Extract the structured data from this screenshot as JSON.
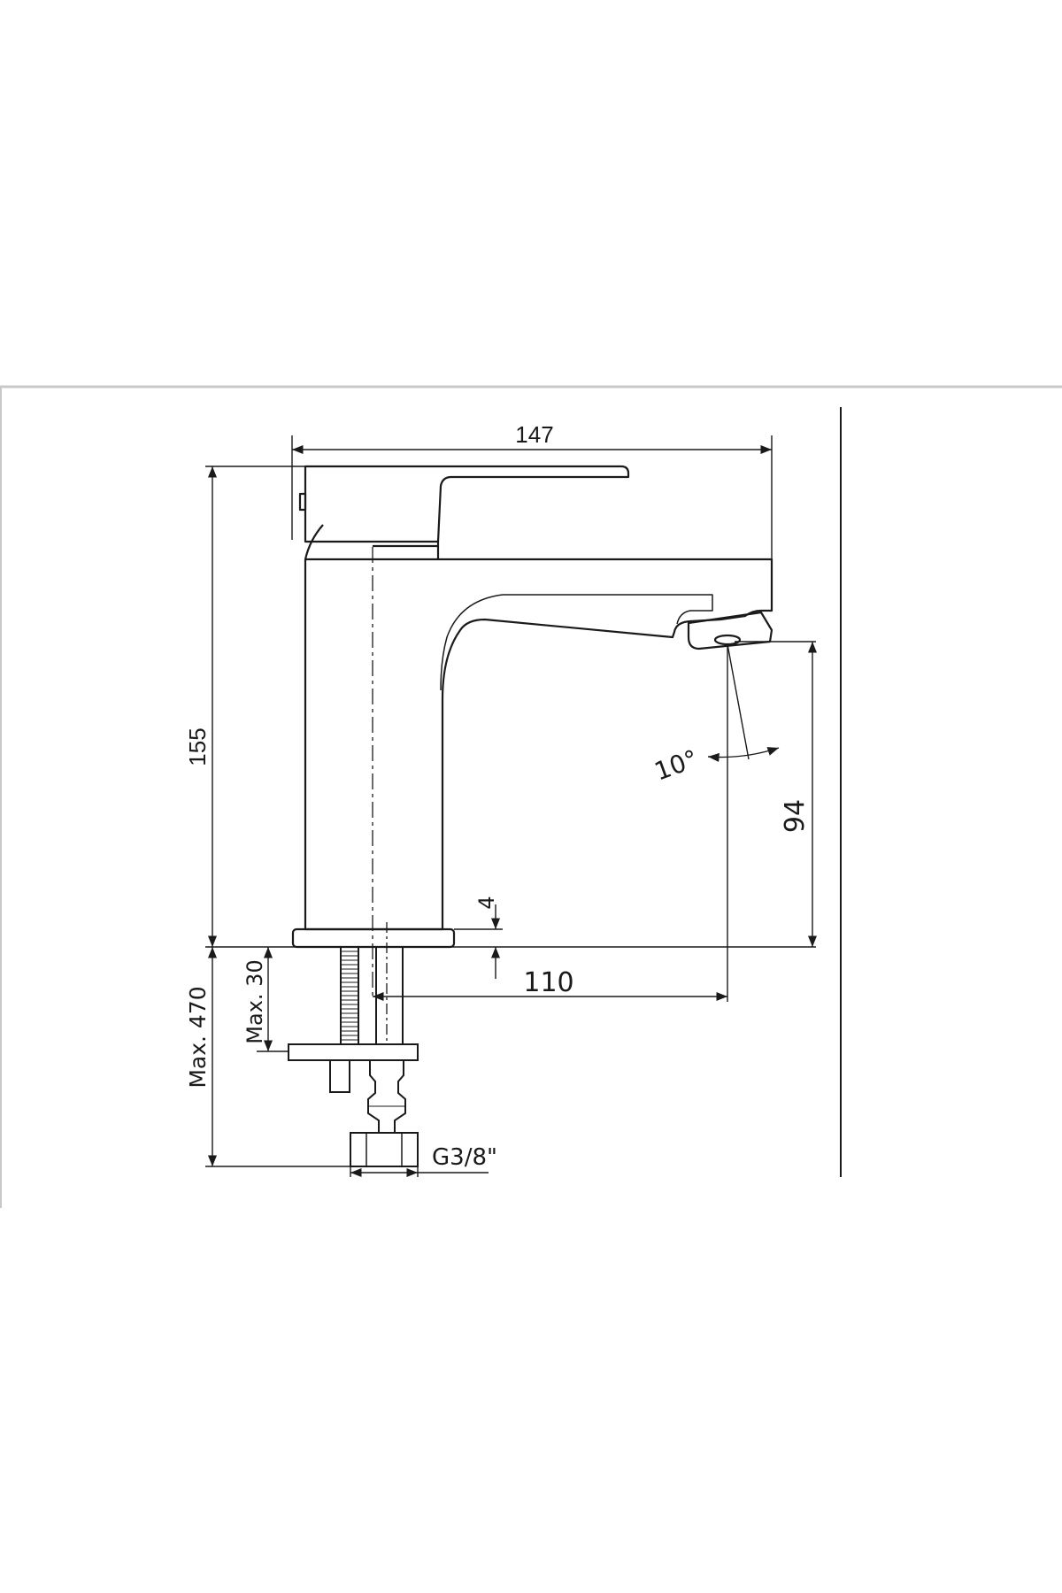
{
  "drawing": {
    "subject": "single-lever basin mixer side view",
    "line_color": "#1a1a1a",
    "separator_color": "#c8c8c8",
    "dimensions": {
      "width_top": "147",
      "height_total": "155",
      "spout_height": "94",
      "spout_reach": "110",
      "base_thickness": "4",
      "max_deck_thickness": "Max. 30",
      "max_hose_length": "Max. 470",
      "thread_size": "G3/8\"",
      "outlet_angle": "10°"
    }
  }
}
